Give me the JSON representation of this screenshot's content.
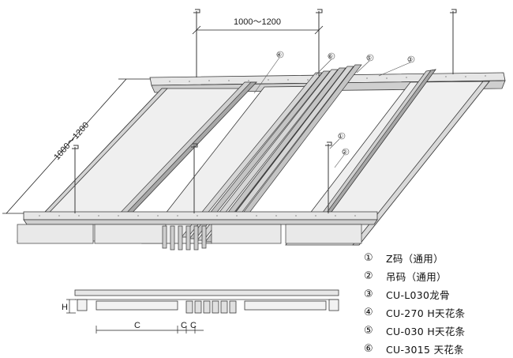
{
  "dimensions": {
    "span_x": "1000～1200",
    "span_diag": "1000～1200",
    "height_label": "H",
    "spacing_c1": "C",
    "spacing_c2": "C",
    "spacing_c3": "C"
  },
  "callouts": [
    "④",
    "⑥",
    "⑤",
    "③",
    "①",
    "②"
  ],
  "legend": [
    {
      "num": "①",
      "label": "Z码（通用）"
    },
    {
      "num": "②",
      "label": "吊码（通用）"
    },
    {
      "num": "③",
      "label": "CU-L030龙骨"
    },
    {
      "num": "④",
      "label": "CU-270 H天花条"
    },
    {
      "num": "⑤",
      "label": "CU-030 H天花条"
    },
    {
      "num": "⑥",
      "label": "CU-3015 天花条"
    }
  ],
  "colors": {
    "line": "#3a3a3a",
    "panel": "#eeeeee",
    "rail": "#e2e2e2",
    "shade": "#bdbdbd"
  }
}
